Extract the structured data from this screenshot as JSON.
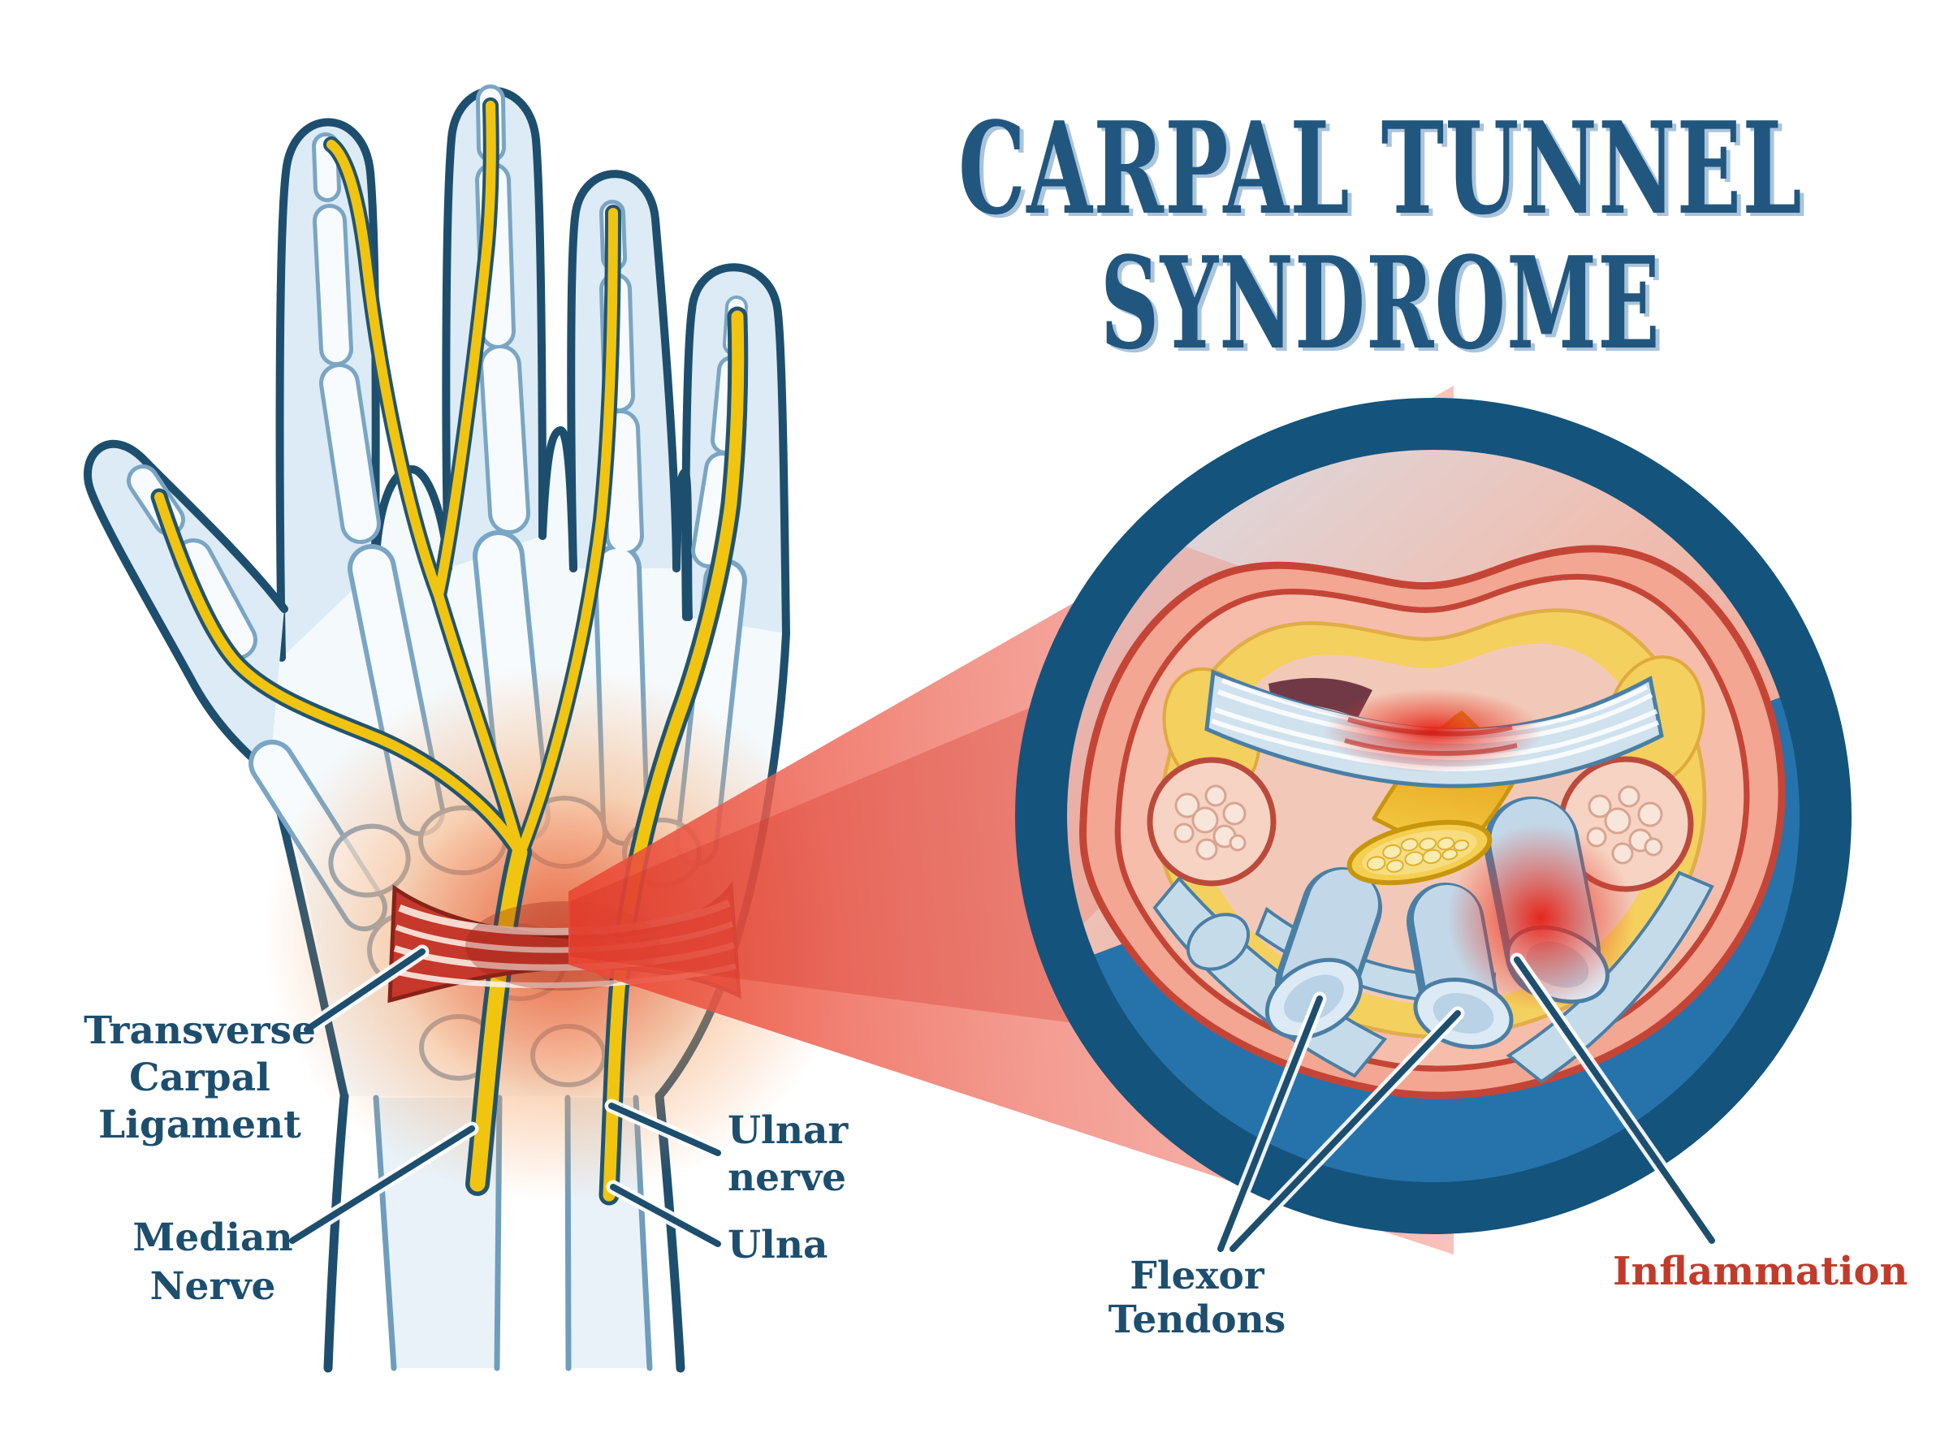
{
  "title": {
    "lines": [
      "CARPAL TUNNEL",
      "SYNDROME"
    ]
  },
  "labels": {
    "transverse_carpal_ligament": {
      "lines": [
        "Transverse",
        "Carpal",
        "Ligament"
      ]
    },
    "median_nerve": {
      "lines": [
        "Median",
        "Nerve"
      ]
    },
    "ulnar_nerve": {
      "lines": [
        "Ulnar",
        "nerve"
      ]
    },
    "ulna": {
      "lines": [
        "Ulna"
      ]
    },
    "flexor_tendons": {
      "lines": [
        "Flexor",
        "Tendons"
      ]
    },
    "inflammation": {
      "lines": [
        "Inflammation"
      ]
    }
  },
  "colors": {
    "title_navy": "#21567f",
    "title_shadow": "#aac4db",
    "label_navy": "#1d4e6e",
    "inflammation_red": "#c23b2a",
    "outline_navy": "#1d4e6e",
    "bone_outline": "#7aa5c4",
    "finger_fill": "#dcebf5",
    "palm_fill": "#f4f9fc",
    "nerve_yellow": "#f1c410",
    "nerve_dark_edge": "#23546f",
    "ligament_red": "#c5382b",
    "glow_orange": "#f59552",
    "glow_red": "#e5452c",
    "cone_red": "#ee5340",
    "ring_navy": "#14537c",
    "ring_fill": "#2673ab",
    "skin_salmon": "#f3a692",
    "skin_outline": "#c44536",
    "fat_yellow": "#f4d05e",
    "bone_pink": "#f6d3c2",
    "tendon_blue": "#c2d8e8",
    "tendon_outline": "#4a7fa5",
    "ligament_band_blue": "#cfe2ee"
  }
}
